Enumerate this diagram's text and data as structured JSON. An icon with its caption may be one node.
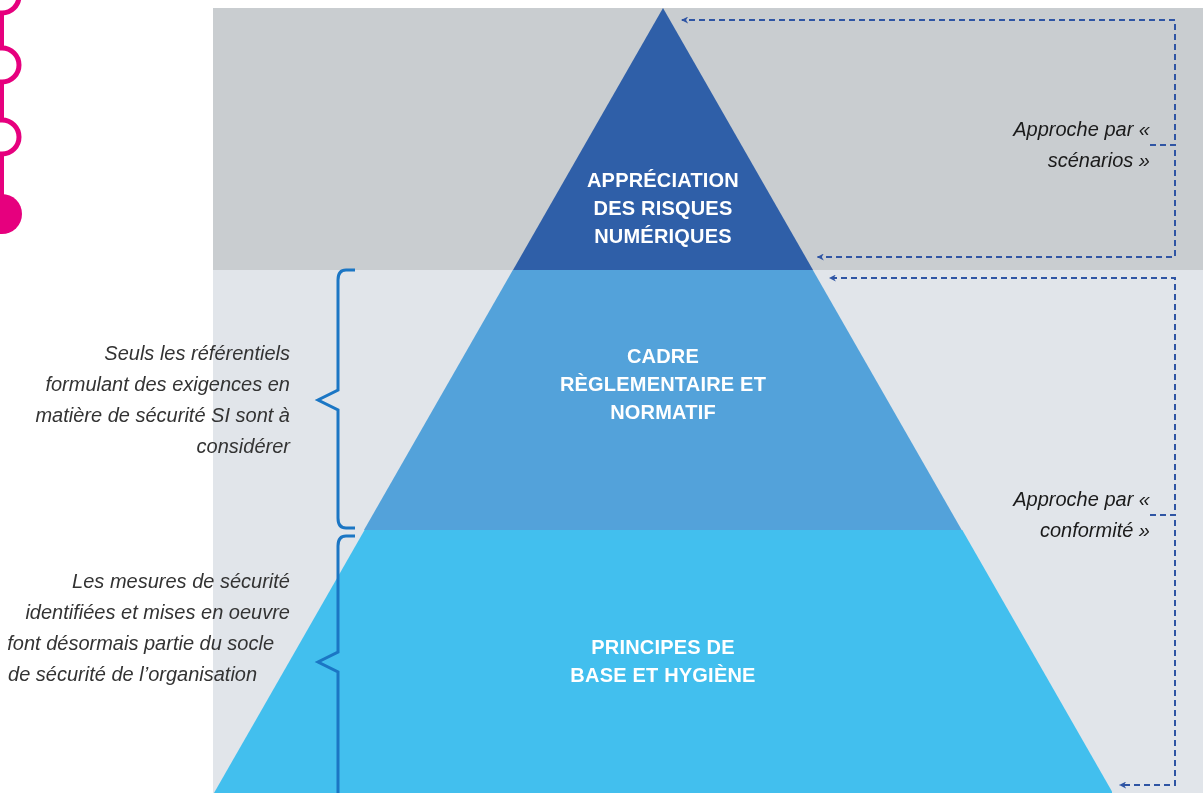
{
  "diagram": {
    "nodes": [
      {
        "text": [
          "APPRÉCIATION DES RISQUES NUMÉRIQUES"
        ]
      },
      {
        "text": [
          "CADRE RÈGLEMENTAIRE ET NORMATIF"
        ]
      },
      {
        "text": [
          "PRINCIPES DE BASE ET HYGIÈNE"
        ]
      },
      {
        "text": [
          "Approche par « scénarios »"
        ]
      },
      {
        "text": [
          "Approche par « conformité »"
        ]
      }
    ],
    "edges": [
      {
        "from": 3,
        "to": 0,
        "arrow": "to",
        "style": "dashed"
      },
      {
        "from": 3,
        "to": 0,
        "arrow": "to",
        "style": "dashed"
      },
      {
        "from": 4,
        "to": 1,
        "arrow": "to",
        "style": "dashed"
      },
      {
        "from": 4,
        "to": 2,
        "arrow": "to",
        "style": "dashed"
      }
    ],
    "labels": [
      "Seuls les référentiels formulant des exigences en matière de sécurité SI sont à considérer",
      "Les mesures de sécurité identifiées et mises en oeuvre font désormais partie du socle de sécurité de l’organisation"
    ]
  }
}
